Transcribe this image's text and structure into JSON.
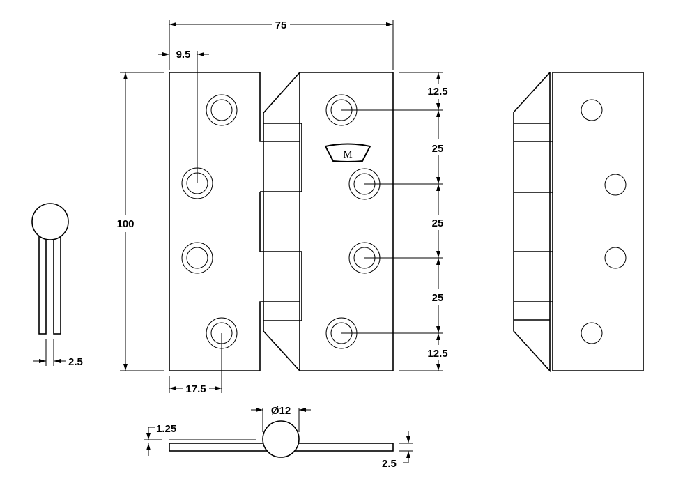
{
  "drawing": {
    "logo_letter": "M",
    "dimensions": {
      "overall_width": "75",
      "hole_edge_offset": "9.5",
      "overall_height": "100",
      "hole_offset_bottom": "17.5",
      "top_spacing": "12.5",
      "spacing_1": "25",
      "spacing_2": "25",
      "spacing_3": "25",
      "bottom_spacing": "12.5",
      "side_gap": "2.5",
      "knuckle_diameter": "Ø12",
      "washer_offset": "1.25",
      "leaf_thickness": "2.5"
    }
  }
}
